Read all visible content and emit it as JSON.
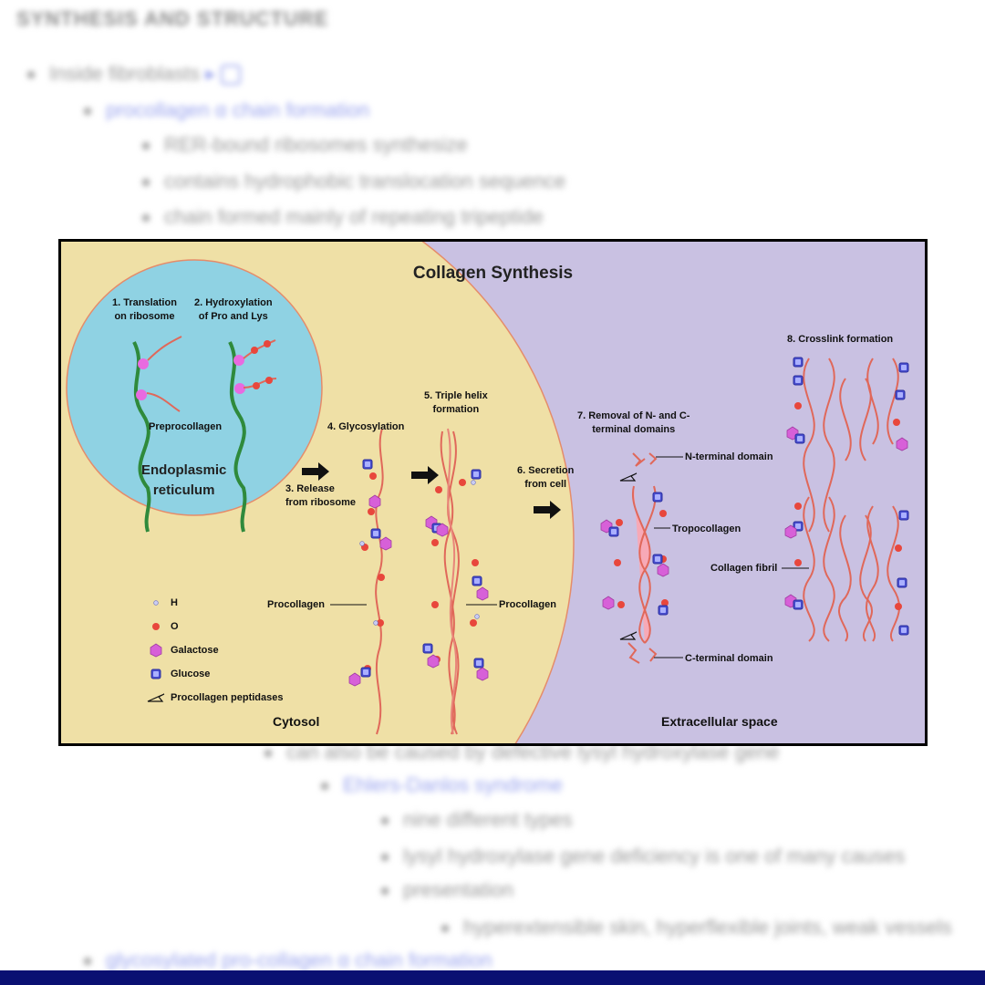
{
  "background": {
    "heading": "SYNTHESIS AND STRUCTURE",
    "lines": [
      "Inside fibroblasts",
      "procollagen α chain formation",
      "RER-bound ribosomes synthesize",
      "contains hydrophobic translocation sequence",
      "chain formed mainly of repeating tripeptide",
      "can also be caused by defective lysyl hydroxylase gene",
      "Ehlers-Danlos syndrome",
      "nine different types",
      "lysyl hydroxylase gene deficiency is one of many causes",
      "presentation",
      "hyperextensible skin, hyperflexible joints, weak vessels",
      "glycosylated pro-collagen α chain formation"
    ]
  },
  "figure": {
    "title": "Collagen Synthesis",
    "steps": {
      "s1": "1. Translation\non ribosome",
      "s2": "2. Hydroxylation\nof Pro and Lys",
      "s3": "3. Release\nfrom ribosome",
      "s4": "4. Glycosylation",
      "s5": "5. Triple helix\nformation",
      "s6": "6. Secretion\nfrom cell",
      "s7": "7. Removal of N- and C-\nterminal domains",
      "s8": "8. Crosslink formation"
    },
    "labels": {
      "preprocollagen": "Preprocollagen",
      "er": "Endoplasmic\nreticulum",
      "procollagen_1": "Procollagen",
      "procollagen_2": "Procollagen",
      "n_terminal": "N-terminal domain",
      "tropocollagen": "Tropocollagen",
      "c_terminal": "C-terminal domain",
      "collagen_fibril": "Collagen fibril"
    },
    "legend": [
      {
        "symbol": "h-icon",
        "label": "H"
      },
      {
        "symbol": "o-icon",
        "label": "O"
      },
      {
        "symbol": "galactose-icon",
        "label": "Galactose"
      },
      {
        "symbol": "glucose-icon",
        "label": "Glucose"
      },
      {
        "symbol": "peptidase-icon",
        "label": "Procollagen peptidases"
      }
    ],
    "regions": {
      "cytosol": "Cytosol",
      "extracellular": "Extracellular space"
    },
    "colors": {
      "extracellular_bg": "#c9c1e2",
      "cytosol_bg": "#efe0a6",
      "er_bg": "#8fd2e3",
      "strand": "#e0685a",
      "fibril_fill": "#f7a9b6",
      "oxygen": "#e8473c",
      "galactose": "#d760d8",
      "glucose": "#4a4fcf"
    }
  }
}
